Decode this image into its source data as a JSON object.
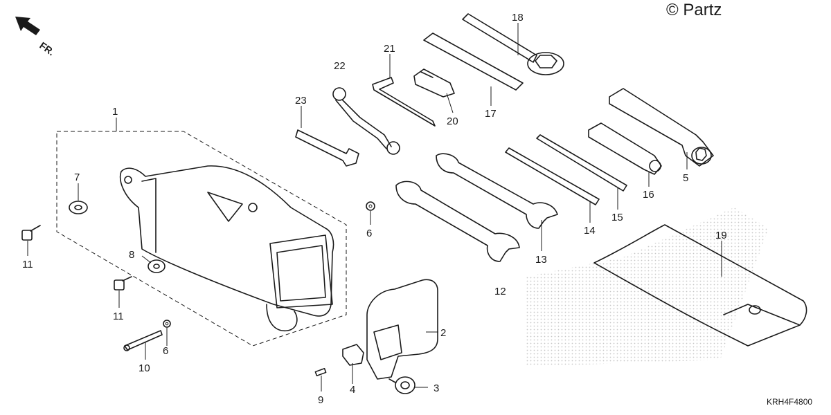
{
  "watermark": "© Partz",
  "direction_label": "FR.",
  "diagram_code": "KRH4F4800",
  "callouts": {
    "c1": "1",
    "c2": "2",
    "c3": "3",
    "c4": "4",
    "c5": "5",
    "c6a": "6",
    "c6b": "6",
    "c7": "7",
    "c8": "8",
    "c9": "9",
    "c10": "10",
    "c11a": "11",
    "c11b": "11",
    "c12": "12",
    "c13": "13",
    "c14": "14",
    "c15": "15",
    "c16": "16",
    "c17": "17",
    "c18": "18",
    "c19": "19",
    "c20": "20",
    "c21": "21",
    "c22": "22",
    "c23": "23"
  }
}
